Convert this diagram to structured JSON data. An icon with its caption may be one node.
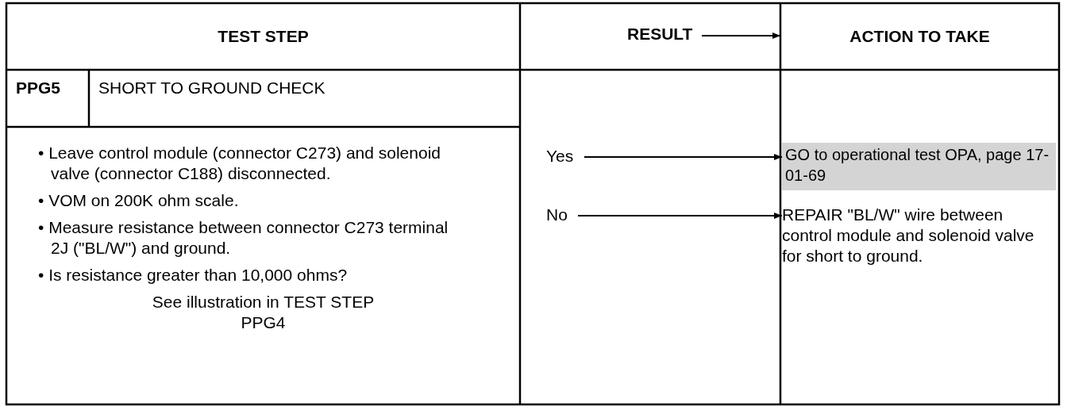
{
  "diagram": {
    "nodes": [
      {
        "text": [
          "TEST STEP"
        ]
      },
      {
        "text": [
          "RESULT"
        ]
      },
      {
        "text": [
          "ACTION TO TAKE"
        ]
      },
      {
        "text": [
          "PPG5"
        ]
      },
      {
        "text": [
          "SHORT TO GROUND CHECK"
        ]
      },
      {
        "text": [
          "• Leave control module (connector C273) and solenoid valve (connector C188) disconnected.",
          "• VOM on 200K ohm scale.",
          "• Measure resistance between connector C273 terminal 2J (\"BL/W\") and ground.",
          "• Is resistance greater than 10,000 ohms?",
          "See illustration in TEST STEP PPG4"
        ]
      },
      {
        "text": [
          "Yes"
        ]
      },
      {
        "text": [
          "No"
        ]
      },
      {
        "text": [
          "GO to operational test OPA, page 17-01-69"
        ]
      },
      {
        "text": [
          "REPAIR \"BL/W\" wire between control module and solenoid valve for short to ground."
        ]
      }
    ],
    "edges": [
      {
        "from": 1,
        "to": 2,
        "arrow": "to"
      },
      {
        "from": 6,
        "to": 8,
        "arrow": "to"
      },
      {
        "from": 7,
        "to": 9,
        "arrow": "to"
      }
    ]
  }
}
